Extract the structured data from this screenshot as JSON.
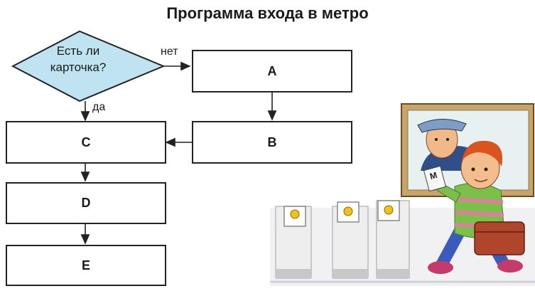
{
  "title": "Программа входа в метро",
  "decision": {
    "line1": "Есть ли",
    "line2": "карточка?"
  },
  "edge_labels": {
    "no": "нет",
    "yes": "да"
  },
  "boxes": {
    "A": "A",
    "B": "B",
    "C": "C",
    "D": "D",
    "E": "E"
  },
  "illustration": {
    "sign_letter": "М"
  },
  "colors": {
    "decision_fill": "#bfe3f1",
    "stroke": "#222222"
  }
}
